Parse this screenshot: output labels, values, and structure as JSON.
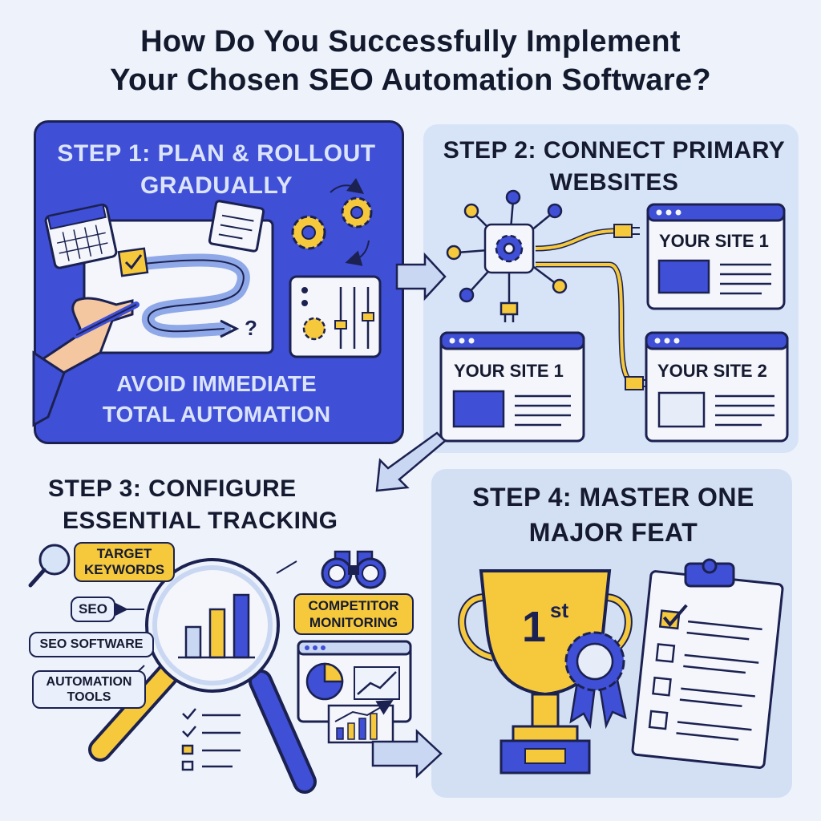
{
  "title": {
    "line1": "How Do You Successfully Implement",
    "line2": "Your Chosen SEO Automation Software?"
  },
  "step1": {
    "heading_line1": "STEP 1: PLAN & ROLLOUT",
    "heading_line2": "GRADUALLY",
    "note_line1": "AVOID IMMEDIATE",
    "note_line2": "TOTAL AUTOMATION"
  },
  "step2": {
    "heading_line1": "STEP 2: CONNECT PRIMARY",
    "heading_line2": "WEBSITES",
    "sites": [
      "YOUR SITE 1",
      "YOUR SITE 1",
      "YOUR SITE 2"
    ]
  },
  "step3": {
    "heading_line1": "STEP 3: CONFIGURE",
    "heading_line2": "ESSENTIAL TRACKING",
    "target_line1": "TARGET",
    "target_line2": "KEYWORDS",
    "seo": "SEO",
    "seo_software": "SEO SOFTWARE",
    "automation_line1": "AUTOMATION",
    "automation_line2": "TOOLS",
    "competitor_line1": "COMPETITOR",
    "competitor_line2": "MONITORING",
    "question_mark": "?"
  },
  "step4": {
    "heading_line1": "STEP 4: MASTER ONE",
    "heading_line2": "MAJOR FEAT",
    "trophy_text": "1",
    "trophy_sup": "st"
  },
  "colors": {
    "blue": "#3f4fd6",
    "yellow": "#f6c93c",
    "outline": "#1b2150",
    "light_blue": "#d7e4f7"
  }
}
